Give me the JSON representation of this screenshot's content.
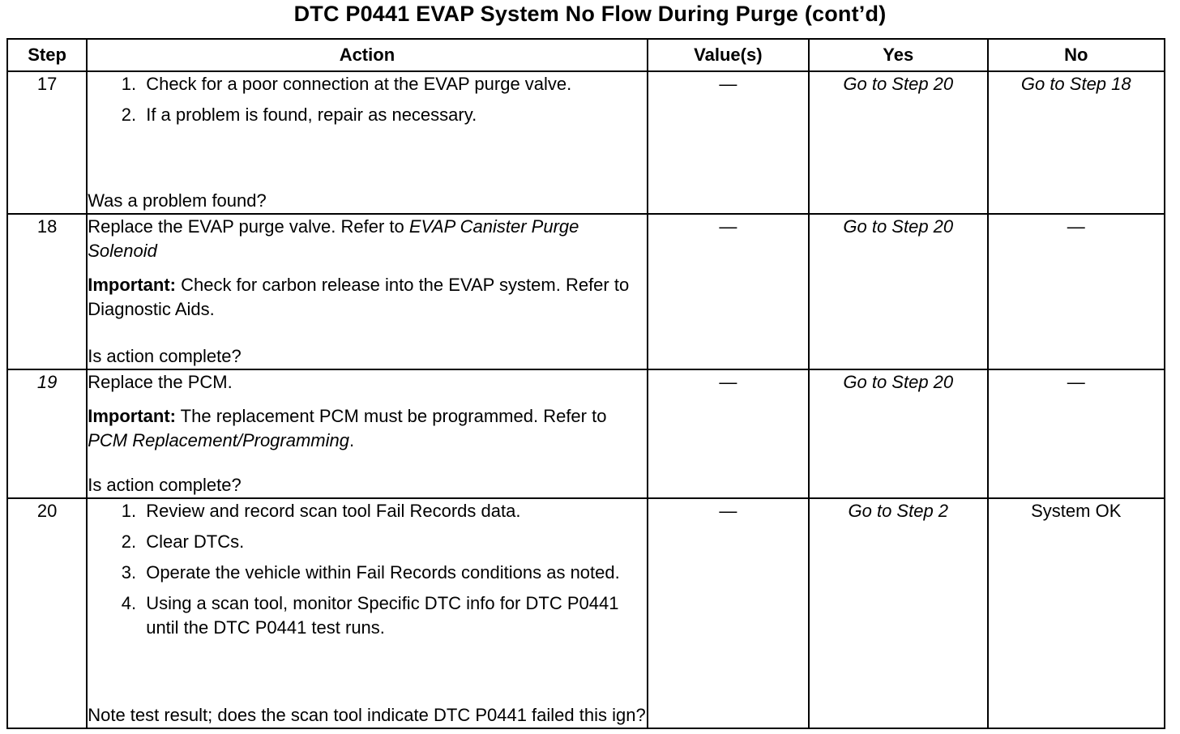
{
  "title": "DTC P0441 EVAP System No Flow During Purge (cont’d)",
  "headers": {
    "step": "Step",
    "action": "Action",
    "values": "Value(s)",
    "yes": "Yes",
    "no": "No"
  },
  "rows": [
    {
      "step": "17",
      "list": [
        "Check for a poor connection at the EVAP purge valve.",
        "If a problem is found, repair as necessary."
      ],
      "question": "Was a problem found?",
      "value": "—",
      "yes": "Go to Step 20",
      "no": "Go to Step 18"
    },
    {
      "step": "18",
      "p1_text": "Replace the EVAP purge valve. Refer to ",
      "p1_ref": "EVAP Canister Purge Solenoid",
      "imp_label": "Important:",
      "imp_text": " Check for carbon release into the EVAP system. Refer to Diagnostic Aids.",
      "question": "Is action complete?",
      "value": "—",
      "yes": "Go to Step 20",
      "no": "—"
    },
    {
      "step": "19",
      "p1_text": "Replace the PCM.",
      "imp_label": "Important:",
      "imp_text": " The replacement PCM must be programmed. Refer to ",
      "imp_ref": "PCM Replacement/Programming",
      "imp_end": ".",
      "question": "Is action complete?",
      "value": "—",
      "yes": "Go to Step 20",
      "no": "—"
    },
    {
      "step": "20",
      "list": [
        "Review and record scan tool Fail Records data.",
        "Clear DTCs.",
        "Operate the vehicle within Fail Records conditions as noted.",
        "Using a scan tool, monitor Specific DTC info for DTC P0441 until the DTC P0441 test runs."
      ],
      "question": "Note test result; does the scan tool indicate DTC P0441 failed this ign?",
      "value": "—",
      "yes": "Go to Step 2",
      "no": "System OK"
    }
  ]
}
